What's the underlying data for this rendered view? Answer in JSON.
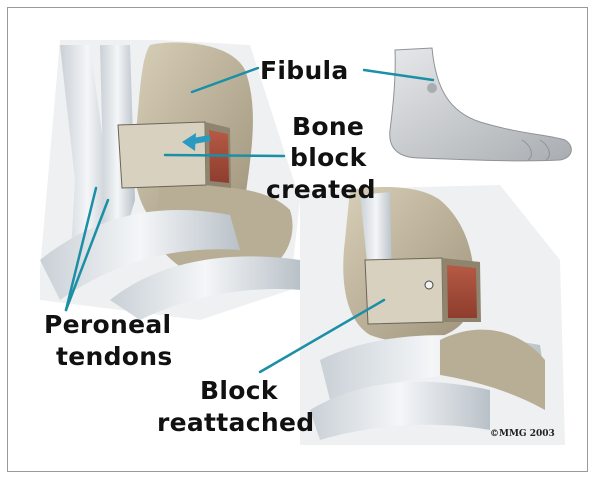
{
  "labels": {
    "fibula": "Fibula",
    "bone_block_line1": "Bone",
    "bone_block_line2": "block",
    "bone_block_line3": "created",
    "peroneal_line1": "Peroneal",
    "peroneal_line2": "tendons",
    "block_reattached_line1": "Block",
    "block_reattached_line2": "reattached"
  },
  "copyright": "©MMG 2003",
  "colors": {
    "leader_line": "#1a8fa6",
    "bone": "#c9bfa8",
    "tendon": "#e8ecef",
    "marrow": "#a8523f"
  }
}
